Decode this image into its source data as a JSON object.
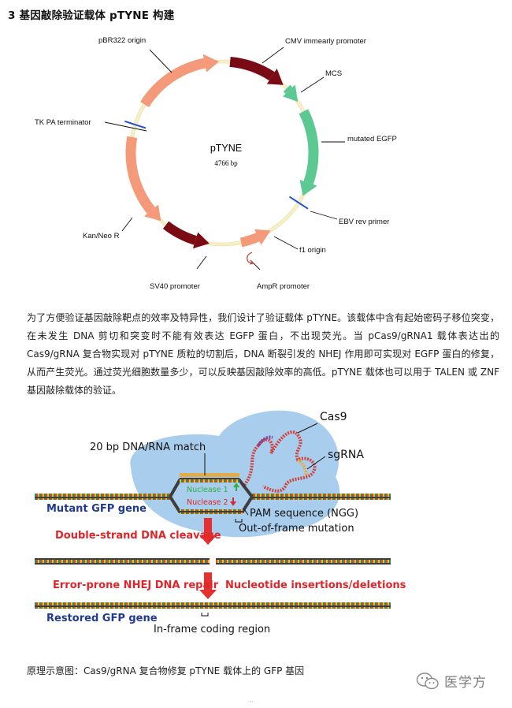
{
  "heading": "3 基因敲除验证载体 pTYNE 构建",
  "plasmid": {
    "name": "pTYNE",
    "size": "4766 bp",
    "labels": {
      "pbr322": "pBR322 origin",
      "cmv": "CMV immearly promoter",
      "mcs": "MCS",
      "egfp": "mutated EGFP",
      "ebv": "EBV rev primer",
      "f1": "f1 origin",
      "ampr": "AmpR promoter",
      "sv40": "SV40 promoter",
      "kan": "Kan/Neo R",
      "tk": "TK PA terminator"
    },
    "colors": {
      "backbone": "#f6f0c8",
      "orange": "#f4997a",
      "darkred": "#7a0b14",
      "green": "#5cc992",
      "blue": "#1f4fd6",
      "pink": "#c0392b"
    }
  },
  "paragraph": "为了方便验证基因敲除靶点的效率及特异性，我们设计了验证载体 pTYNE。该载体中含有起始密码子移位突变，在未发生 DNA 剪切和突变时不能有效表达 EGFP 蛋白，不出现荧光。当 pCas9/gRNA1 载体表达出的 Cas9/gRNA 复合物实现对 pTYNE 质粒的切割后，DNA 断裂引发的 NHEJ 作用即可实现对 EGFP 蛋白的修复，从而产生荧光。通过荧光细胞数量多少，可以反映基因敲除效率的高低。pTYNE 载体也可以用于 TALEN 或 ZNF 基因敲除载体的验证。",
  "diagram": {
    "cas9": "Cas9",
    "sgrna": "sgRNA",
    "match": "20 bp DNA/RNA match",
    "nuclease1": "Nuclease 1",
    "nuclease2": "Nuclease 2",
    "mutant": "Mutant GFP gene",
    "pam": "PAM sequence (NGG)",
    "frameshift": "Out-of-frame mutation",
    "dsb": "Double-strand DNA cleavage",
    "nhej": "Error-prone NHEJ DNA repair",
    "indel": "Nucleotide insertions/deletions",
    "restored": "Restored GFP gene",
    "inframe": "In-frame coding region",
    "colors": {
      "blob": "#a9cdec",
      "red_text": "#e0252a",
      "blue_text": "#1f3a93",
      "nuc1": "#2fae3c",
      "nuc2": "#e0252a"
    }
  },
  "caption": "原理示意图：Cas9/gRNA 复合物修复 pTYNE 载体上的 GFP 基因",
  "watermark": {
    "icon": "wechat-icon",
    "text": "医学方"
  }
}
